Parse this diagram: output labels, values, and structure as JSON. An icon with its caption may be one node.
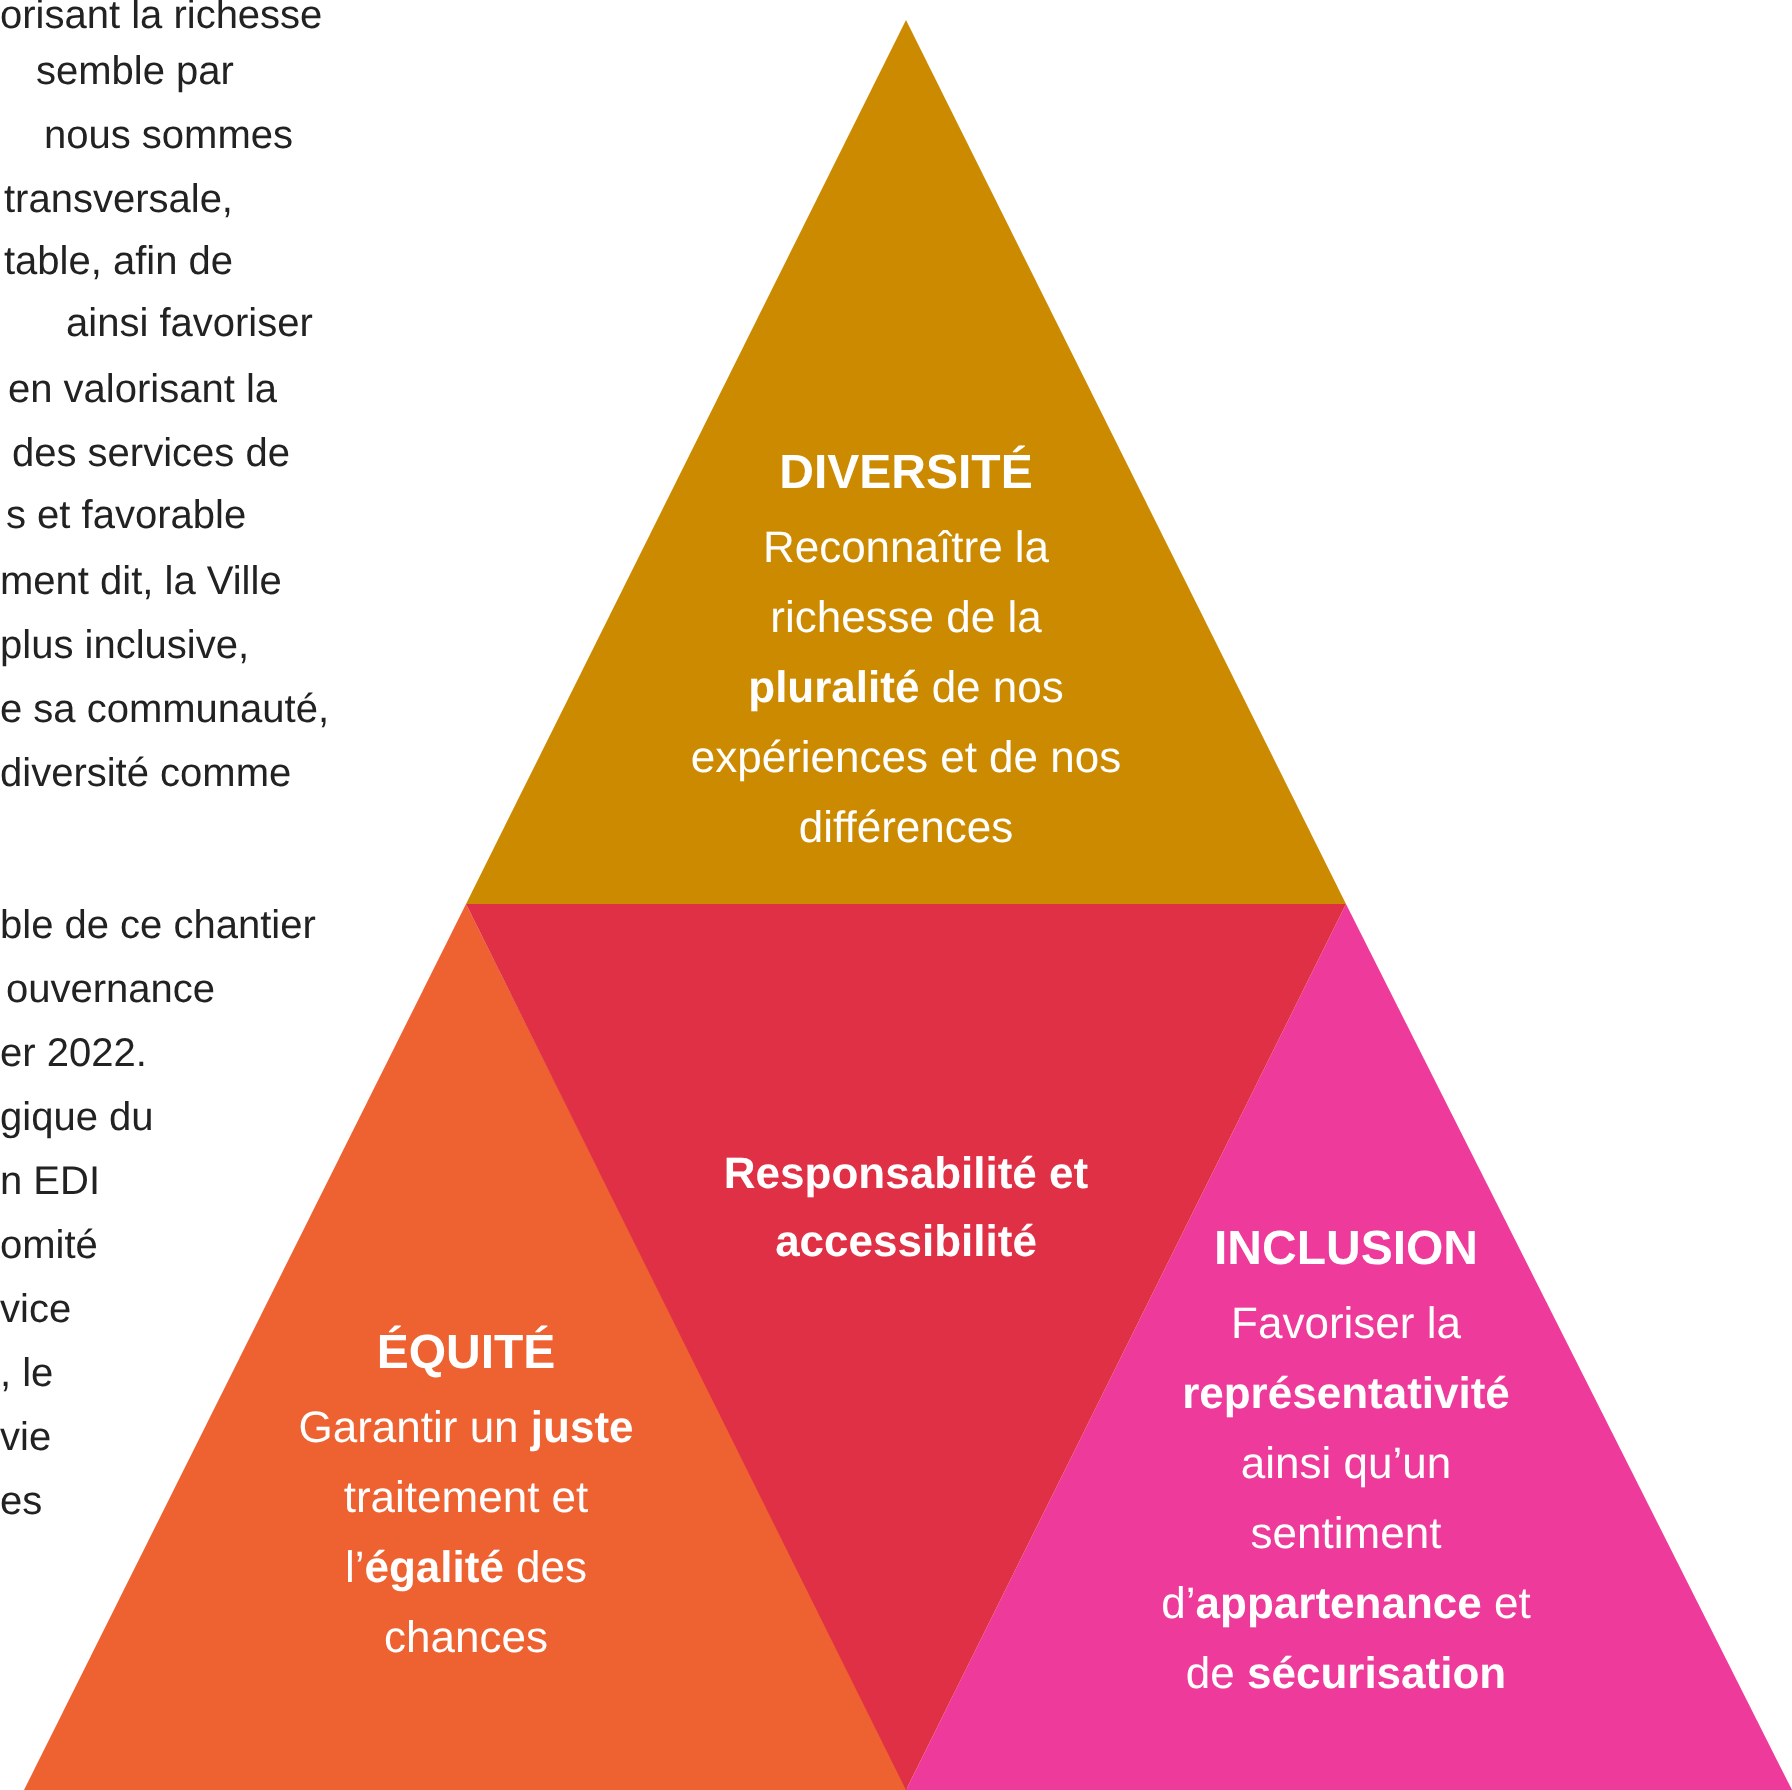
{
  "diagram": {
    "nodes": [
      {
        "text": [
          "DIVERSITÉ",
          "Reconnaître la richesse de la **pluralité** de nos expériences et de nos différences"
        ]
      },
      {
        "text": [
          "ÉQUITÉ",
          "Garantir un **juste** traitement et l’**égalité** des chances"
        ]
      },
      {
        "text": [
          "Responsabilité et accessibilité"
        ]
      },
      {
        "text": [
          "INCLUSION",
          "Favoriser la **représentativité** ainsi qu’un sentiment d’**appartenance** et de **sécurisation**"
        ]
      }
    ],
    "labels": [
      "orisant la richesse",
      "semble par",
      "nous sommes",
      "transversale,",
      "table, afin de",
      "ainsi favoriser",
      "en valorisant la",
      "des services de",
      "s et favorable",
      "ment dit, la Ville",
      "plus inclusive,",
      "e sa communauté,",
      "diversité comme",
      "ble de ce chantier",
      "ouvernance",
      "er 2022.",
      "gique du",
      "n EDI",
      "omité",
      "vice",
      ", le",
      "vie",
      "es"
    ]
  }
}
